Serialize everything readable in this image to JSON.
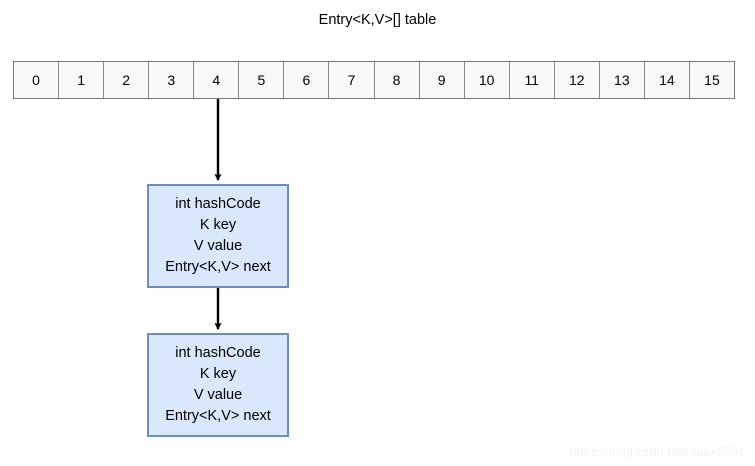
{
  "diagram": {
    "title": "Entry<K,V>[] table",
    "colors": {
      "node_fill": "#dae8fc",
      "node_border": "#6c8ebf",
      "cell_fill": "#f8f8f8",
      "cell_border": "#8c8c8c",
      "arrow": "#000000",
      "text": "#000000",
      "watermark": "#f2f2f2"
    },
    "bucket_array": {
      "name": "Entry<K,V>[] table",
      "cell_count": 16,
      "cells": [
        {
          "index": "0"
        },
        {
          "index": "1"
        },
        {
          "index": "2"
        },
        {
          "index": "3"
        },
        {
          "index": "4"
        },
        {
          "index": "5"
        },
        {
          "index": "6"
        },
        {
          "index": "7"
        },
        {
          "index": "8"
        },
        {
          "index": "9"
        },
        {
          "index": "10"
        },
        {
          "index": "11"
        },
        {
          "index": "12"
        },
        {
          "index": "13"
        },
        {
          "index": "14"
        },
        {
          "index": "15"
        }
      ],
      "linked_cell_index": "4"
    },
    "nodes": [
      {
        "id": "entry-node-1",
        "fields": [
          "int hashCode",
          "K key",
          "V value",
          "Entry<K,V> next"
        ]
      },
      {
        "id": "entry-node-2",
        "fields": [
          "int hashCode",
          "K key",
          "V value",
          "Entry<K,V> next"
        ]
      }
    ],
    "arrows": [
      {
        "id": "arrow-bucket-to-node1",
        "from": "bucket-cell-4",
        "to": "entry-node-1"
      },
      {
        "id": "arrow-node1-to-node2",
        "from": "entry-node-1",
        "to": "entry-node-2"
      }
    ],
    "watermark": "https://blog.csdn.net/qqxx6661"
  }
}
